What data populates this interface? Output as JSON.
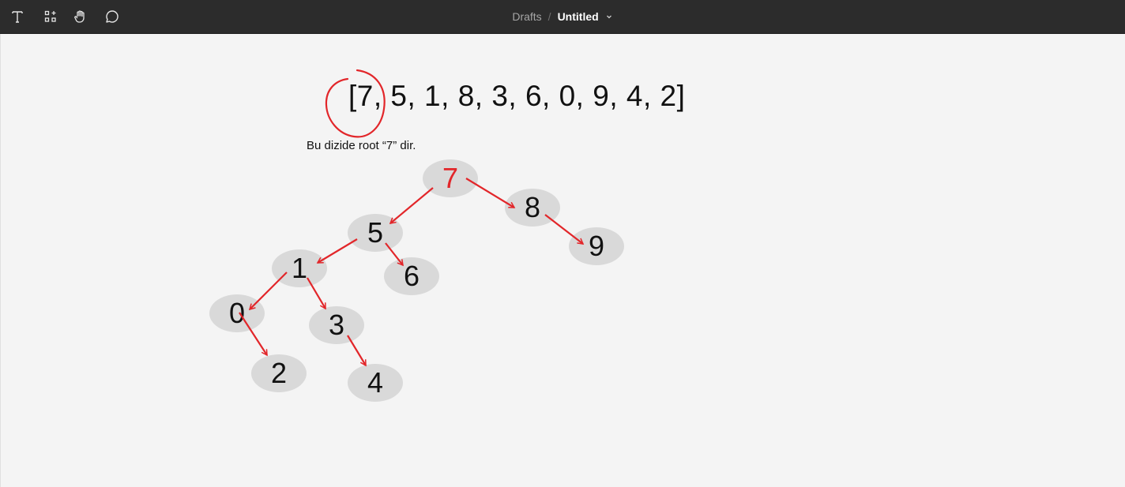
{
  "toolbar": {
    "tools": [
      {
        "name": "text-tool",
        "icon": "text-icon"
      },
      {
        "name": "components-tool",
        "icon": "components-icon"
      },
      {
        "name": "hand-tool",
        "icon": "hand-icon"
      },
      {
        "name": "comment-tool",
        "icon": "comment-icon"
      }
    ],
    "breadcrumb": {
      "parent": "Drafts",
      "separator": "/",
      "current": "Untitled"
    }
  },
  "canvas": {
    "array_text": "[7, 5, 1, 8, 3, 6, 0, 9, 4, 2]",
    "note": "Bu dizide root “7” dir.",
    "tree": {
      "root": "7",
      "nodes": {
        "n7": "7",
        "n8": "8",
        "n9": "9",
        "n5": "5",
        "n6": "6",
        "n1": "1",
        "n0": "0",
        "n3": "3",
        "n2": "2",
        "n4": "4"
      }
    }
  },
  "colors": {
    "toolbar_bg": "#2c2c2c",
    "canvas_bg": "#f4f4f4",
    "node_fill": "#d9d9d9",
    "arrow": "#e2262a",
    "root_text": "#e2262a"
  }
}
